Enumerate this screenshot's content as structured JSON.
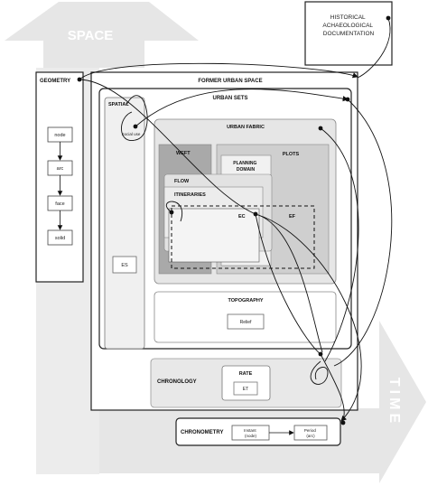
{
  "axes": {
    "space": "SPACE",
    "time": "TIME"
  },
  "historical": [
    "HISTORICAL",
    "ACHAEOLOGICAL",
    "DOCUMENTATION"
  ],
  "geometry": {
    "title": "GEOMETRY",
    "items": [
      "node",
      "arc",
      "face",
      "solid"
    ]
  },
  "former_urban_space": "FORMER URBAN SPACE",
  "urban_sets": "URBAN SETS",
  "spatial": {
    "title": "SPATIAL",
    "social_use": "Social use",
    "es": "ES"
  },
  "urban_fabric": "URBAN FABRIC",
  "weft": "WEFT",
  "planning_domain": [
    "PLANNING",
    "DOMAIN"
  ],
  "plots": "PLOTS",
  "flow": "FLOW",
  "itineraries": "ITINERARIES",
  "ec": "EC",
  "ef": "EF",
  "topography": {
    "title": "TOPOGRAPHY",
    "relief": "Relief"
  },
  "chronology": {
    "title": "CHRONOLOGY",
    "rate": "RATE",
    "et": "ET"
  },
  "chronometry": {
    "title": "CHRONOMETRY",
    "instant": [
      "Instant",
      "(node)"
    ],
    "period": [
      "Period",
      "(arc)"
    ]
  }
}
